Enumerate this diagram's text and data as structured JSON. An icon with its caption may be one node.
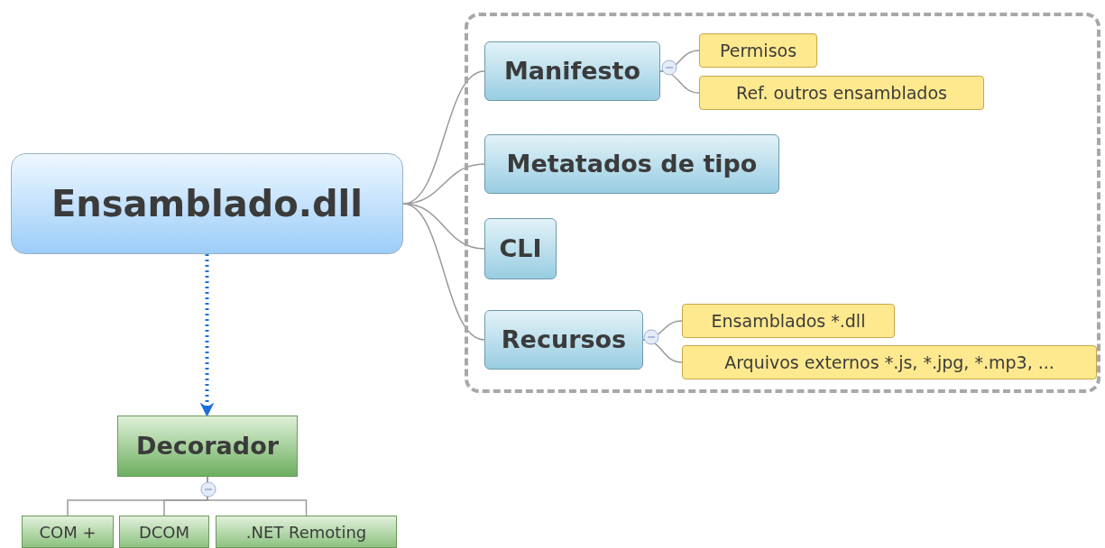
{
  "diagram": {
    "nodes": [
      {
        "text": [
          "Ensamblado.dll"
        ]
      },
      {
        "text": [],
        "shape": "box"
      },
      {
        "text": [
          "Manifesto"
        ],
        "in": 1
      },
      {
        "text": [
          "Permisos"
        ],
        "in": 1
      },
      {
        "text": [
          "Ref. outros ensamblados"
        ],
        "in": 1
      },
      {
        "text": [
          "Metatados de tipo"
        ],
        "in": 1
      },
      {
        "text": [
          "CLI"
        ],
        "in": 1
      },
      {
        "text": [
          "Recursos"
        ],
        "in": 1
      },
      {
        "text": [
          "Ensamblados *.dll"
        ],
        "in": 1
      },
      {
        "text": [
          "Arquivos externos *.js, *.jpg, *.mp3, ..."
        ],
        "in": 1
      },
      {
        "text": [
          "Decorador"
        ]
      },
      {
        "text": [
          "COM +"
        ]
      },
      {
        "text": [
          "DCOM"
        ]
      },
      {
        "text": [
          ".NET Remoting"
        ]
      }
    ],
    "edges": [
      {
        "from": 0,
        "to": 2,
        "arrow": "none"
      },
      {
        "from": 0,
        "to": 5,
        "arrow": "none"
      },
      {
        "from": 0,
        "to": 6,
        "arrow": "none"
      },
      {
        "from": 0,
        "to": 7,
        "arrow": "none"
      },
      {
        "from": 2,
        "to": 3,
        "arrow": "none"
      },
      {
        "from": 2,
        "to": 4,
        "arrow": "none"
      },
      {
        "from": 7,
        "to": 8,
        "arrow": "none"
      },
      {
        "from": 7,
        "to": 9,
        "arrow": "none"
      },
      {
        "from": 0,
        "to": 10,
        "arrow": "to",
        "style": "dashed",
        "color": "#1a6fd8"
      },
      {
        "from": 10,
        "to": 11,
        "arrow": "none"
      },
      {
        "from": 10,
        "to": 12,
        "arrow": "none"
      },
      {
        "from": 10,
        "to": 13,
        "arrow": "none"
      }
    ]
  }
}
